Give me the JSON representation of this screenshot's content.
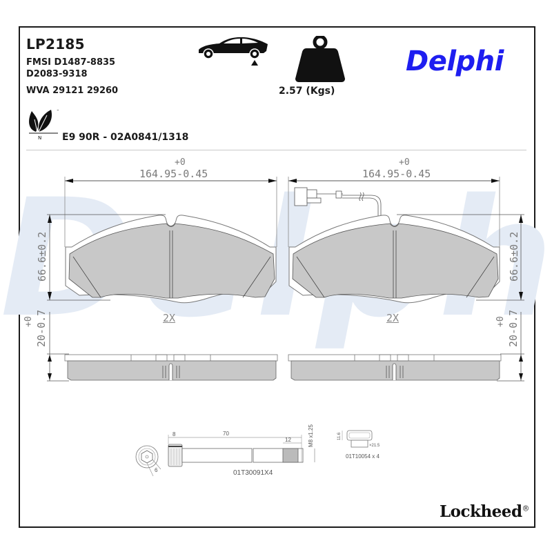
{
  "header": {
    "part_number": "LP2185",
    "fmsi_line1": "FMSI D1487-8835",
    "fmsi_line2": "D2083-9318",
    "wva": "WVA 29121 29260",
    "weight": "2.57 (Kgs)",
    "brand": "Delphi",
    "approval": "E9 90R - 02A0841/1318",
    "eco_mark_letter": "N",
    "eco_mark_tm": "™"
  },
  "icons": {
    "car": "car-front-axle-icon",
    "weight": "weight-icon",
    "eco": "leaf-eco-icon"
  },
  "watermark": {
    "text": "Delphi"
  },
  "drawings": {
    "left_pad": {
      "width_tol_upper": "+0",
      "width_dim": "164.95-0.45",
      "height_dim": "66.6±0.2",
      "thickness_tol_upper": "+0",
      "thickness_dim": "20-0.7",
      "quantity": "2X",
      "has_wear_sensor": false
    },
    "right_pad": {
      "width_tol_upper": "+0",
      "width_dim": "164.95-0.45",
      "height_dim": "66.6±0.2",
      "thickness_tol_upper": "+0",
      "thickness_dim": "20-0.7",
      "quantity": "2X",
      "has_wear_sensor": true
    }
  },
  "accessories": {
    "bolt": {
      "head_dim": "8",
      "length_dim": "70",
      "thread_len": "12",
      "thread_spec": "M8 x1.25",
      "hex_dim": "6",
      "code": "01T30091X4"
    },
    "sleeve": {
      "height_dim": "11.6",
      "diameter": "×21.5",
      "code": "01T10054 x 4"
    }
  },
  "footer": {
    "brand": "Lockheed",
    "registered": "®"
  },
  "colors": {
    "delphi_blue": "#1e1ef0",
    "watermark": "#e4ebf5",
    "pad_fill": "#c8c8c8",
    "line": "#555555"
  }
}
